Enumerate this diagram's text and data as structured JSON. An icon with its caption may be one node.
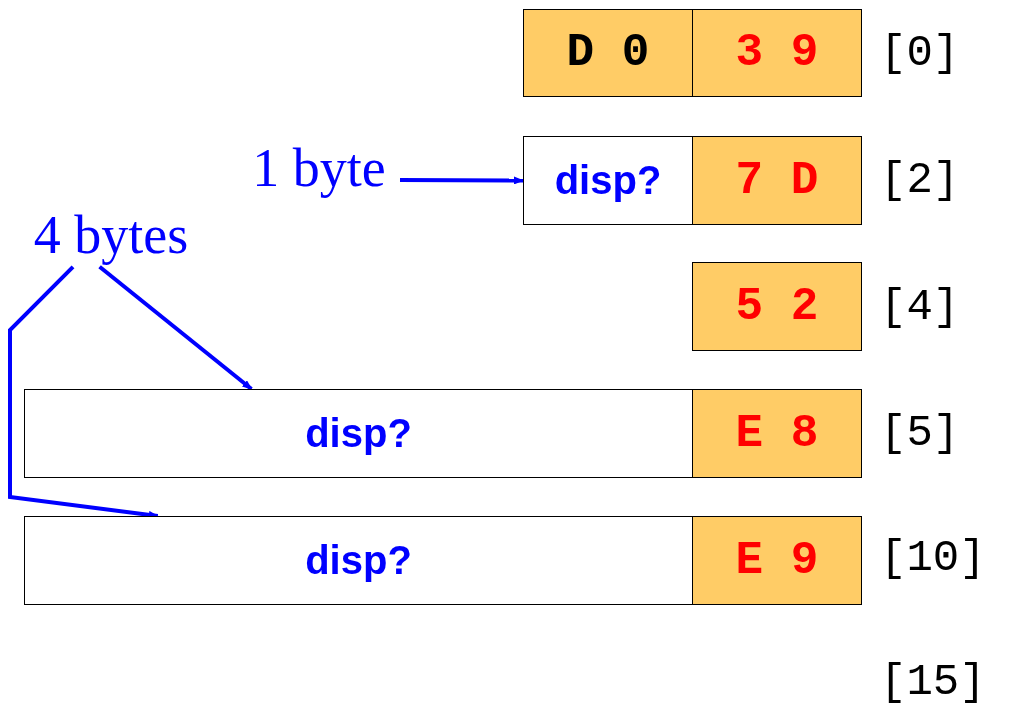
{
  "diagram": {
    "nodes": [
      {
        "text": [
          "D 0"
        ]
      },
      {
        "text": [
          "3 9"
        ]
      },
      {
        "text": [
          "1 byte"
        ]
      },
      {
        "text": [
          "disp?"
        ]
      },
      {
        "text": [
          "7 D"
        ]
      },
      {
        "text": [
          "4 bytes"
        ]
      },
      {
        "text": [
          "5 2"
        ]
      },
      {
        "text": [
          "disp?"
        ]
      },
      {
        "text": [
          "E 8"
        ]
      },
      {
        "text": [
          "disp?"
        ]
      },
      {
        "text": [
          "E 9"
        ]
      }
    ],
    "edges": [
      {
        "from": 2,
        "to": 3,
        "arrow": "to"
      },
      {
        "from": 5,
        "to": 7,
        "arrow": "to"
      },
      {
        "from": 5,
        "to": 9,
        "arrow": "to"
      }
    ],
    "labels": [
      "[0]",
      "[2]",
      "[4]",
      "[5]",
      "[10]",
      "[15]"
    ]
  }
}
